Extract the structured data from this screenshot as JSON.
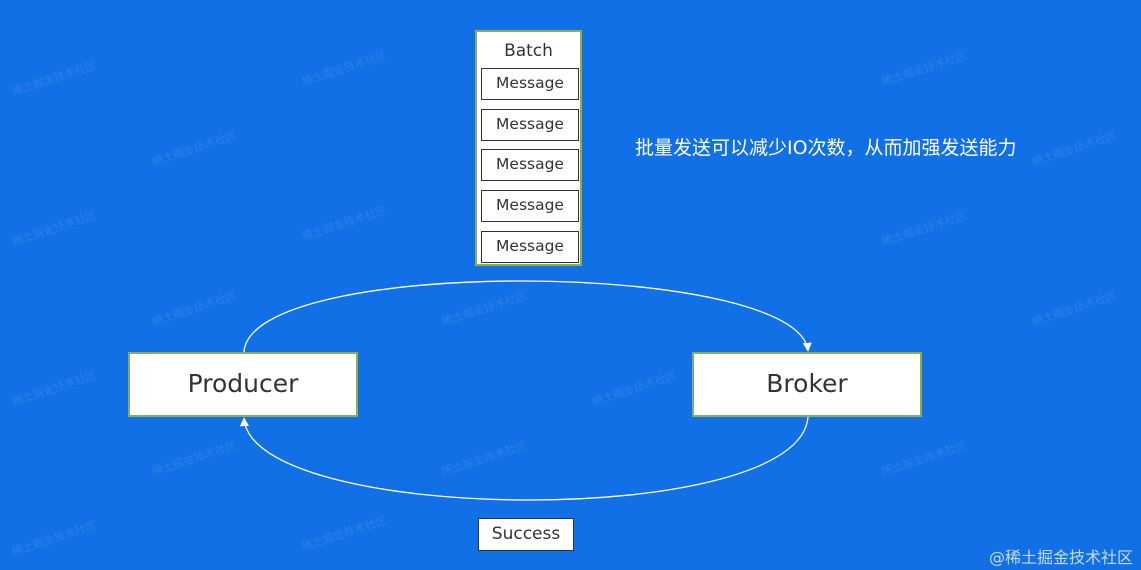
{
  "batch": {
    "title": "Batch",
    "messages": [
      "Message",
      "Message",
      "Message",
      "Message",
      "Message"
    ]
  },
  "note": "批量发送可以减少IO次数，从而加强发送能力",
  "nodes": {
    "producer": "Producer",
    "broker": "Broker"
  },
  "success_label": "Success",
  "watermark": "@稀土掘金技术社区",
  "colors": {
    "background": "#1170e6",
    "box_border": "#8ab04c",
    "arrow": "#ffffff"
  }
}
